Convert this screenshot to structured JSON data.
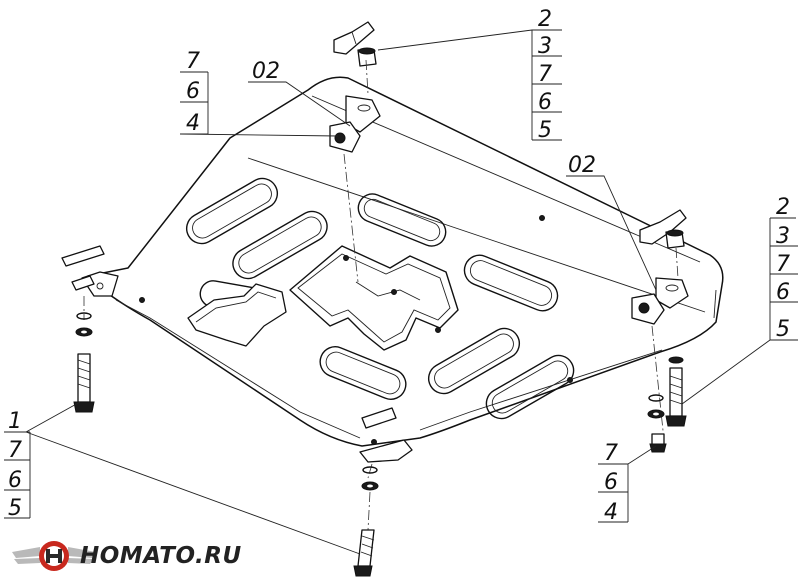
{
  "callouts": {
    "top_right": [
      "2",
      "3",
      "7",
      "6",
      "5"
    ],
    "top_left": [
      "7",
      "6",
      "4"
    ],
    "right_side": [
      "2",
      "3",
      "7",
      "6",
      "5"
    ],
    "bottom_left": [
      "1",
      "7",
      "6",
      "5"
    ],
    "bottom_right": [
      "7",
      "6",
      "4"
    ]
  },
  "markers": {
    "left_bracket": "02",
    "right_bracket": "02"
  },
  "logo": {
    "text": "HOMATO.RU",
    "colors": {
      "wing": "#b9b9b9",
      "red": "#c8281e",
      "dark": "#2a2a2a"
    }
  }
}
